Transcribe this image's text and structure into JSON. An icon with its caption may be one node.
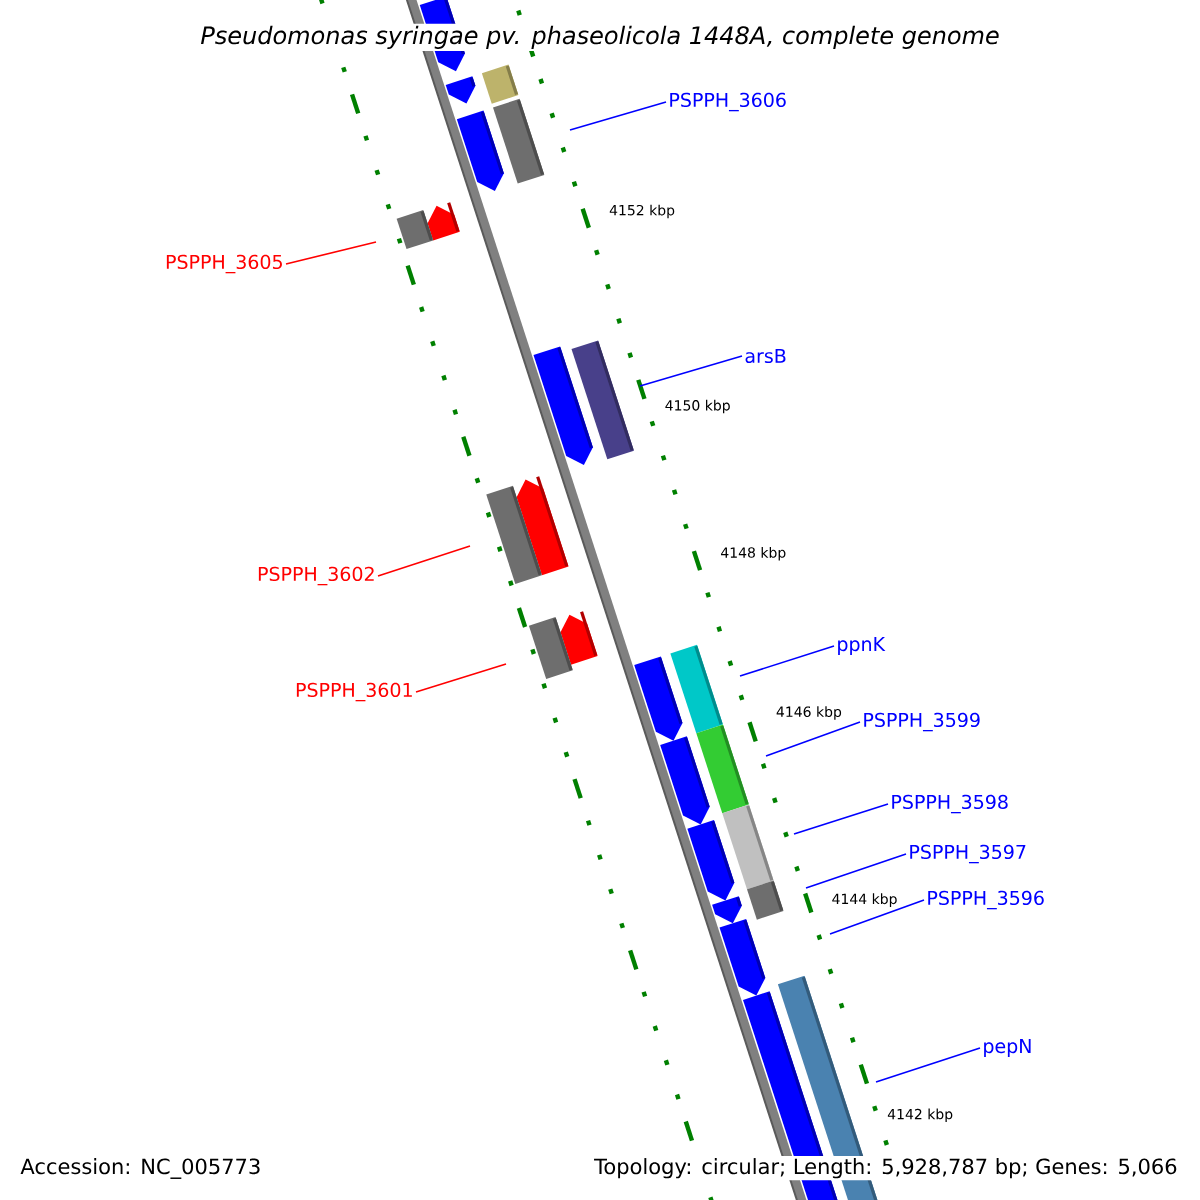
{
  "diagram": {
    "title": "Pseudomonas syringae pv. phaseolicola 1448A, complete genome",
    "nodes": [
      {
        "text": [
          "PSPPH_3606"
        ]
      },
      {
        "text": [
          "PSPPH_3605"
        ]
      },
      {
        "text": [
          "arsB"
        ]
      },
      {
        "text": [
          "PSPPH_3602"
        ]
      },
      {
        "text": [
          "PSPPH_3601"
        ]
      },
      {
        "text": [
          "ppnK"
        ]
      },
      {
        "text": [
          "PSPPH_3599"
        ]
      },
      {
        "text": [
          "PSPPH_3598"
        ]
      },
      {
        "text": [
          "PSPPH_3597"
        ]
      },
      {
        "text": [
          "PSPPH_3596"
        ]
      },
      {
        "text": [
          "pepN"
        ]
      }
    ],
    "edges": [
      {
        "from": 0,
        "to": null,
        "arrow": "none"
      },
      {
        "from": 1,
        "to": null,
        "arrow": "none",
        "color": "#ff0000"
      },
      {
        "from": 2,
        "to": null,
        "arrow": "none"
      },
      {
        "from": 3,
        "to": null,
        "arrow": "none",
        "color": "#ff0000"
      },
      {
        "from": 4,
        "to": null,
        "arrow": "none",
        "color": "#ff0000"
      },
      {
        "from": 5,
        "to": null,
        "arrow": "none"
      },
      {
        "from": 6,
        "to": null,
        "arrow": "none"
      },
      {
        "from": 7,
        "to": null,
        "arrow": "none"
      },
      {
        "from": 8,
        "to": null,
        "arrow": "none"
      },
      {
        "from": 9,
        "to": null,
        "arrow": "none"
      },
      {
        "from": 10,
        "to": null,
        "arrow": "none"
      }
    ],
    "labels": [
      "4152 kbp",
      "4150 kbp",
      "4148 kbp",
      "4146 kbp",
      "4144 kbp",
      "4142 kbp",
      "Accession: NC_005773",
      "Topology: circular; Length: 5,928,787 bp; Genes: 5,066"
    ]
  }
}
